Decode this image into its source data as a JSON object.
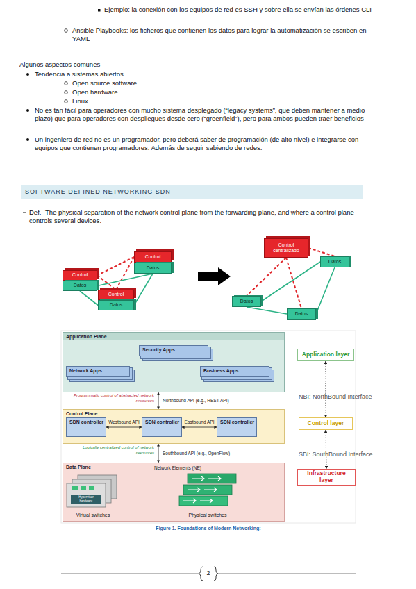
{
  "diagram": {
    "title": "SOFTWARE DEFINED NETWORKING SDN",
    "caption": "Figure 1. Foundations of Modern Networking:",
    "nodes": [
      {
        "text": [
          "Control"
        ]
      },
      {
        "text": [
          "Datos"
        ]
      },
      {
        "text": [
          "Control"
        ]
      },
      {
        "text": [
          "Datos"
        ]
      },
      {
        "text": [
          "Control"
        ]
      },
      {
        "text": [
          "Datos"
        ]
      },
      {
        "text": [
          "Control centralizado"
        ]
      },
      {
        "text": [
          "Datos"
        ]
      },
      {
        "text": [
          "Datos"
        ]
      },
      {
        "text": [
          "Datos"
        ]
      },
      {
        "text": [
          "Application Plane"
        ]
      },
      {
        "text": [
          "Security Apps"
        ],
        "in": 10
      },
      {
        "text": [
          "Network Apps"
        ],
        "in": 10
      },
      {
        "text": [
          "Business Apps"
        ],
        "in": 10
      },
      {
        "text": [
          "Application layer"
        ]
      },
      {
        "text": [
          "Control Plane"
        ]
      },
      {
        "text": [
          "SDN controller"
        ],
        "in": 15
      },
      {
        "text": [
          "SDN controller"
        ],
        "in": 15
      },
      {
        "text": [
          "SDN controller"
        ],
        "in": 15
      },
      {
        "text": [
          "Control layer"
        ]
      },
      {
        "text": [
          "Data Plane"
        ]
      },
      {
        "text": [
          "Infrastructure layer"
        ]
      }
    ],
    "edges": [
      {
        "from": 0,
        "to": 2,
        "arrow": "none"
      },
      {
        "from": 0,
        "to": 4,
        "arrow": "none"
      },
      {
        "from": 2,
        "to": 4,
        "arrow": "none"
      },
      {
        "from": 1,
        "to": 3,
        "arrow": "none"
      },
      {
        "from": 1,
        "to": 5,
        "arrow": "none"
      },
      {
        "from": 3,
        "to": 5,
        "arrow": "none"
      },
      {
        "from": 6,
        "to": 7,
        "arrow": "none"
      },
      {
        "from": 6,
        "to": 8,
        "arrow": "none"
      },
      {
        "from": 6,
        "to": 9,
        "arrow": "none"
      },
      {
        "from": 8,
        "to": 7,
        "arrow": "none"
      },
      {
        "from": 8,
        "to": 9,
        "arrow": "none"
      },
      {
        "from": 9,
        "to": 7,
        "arrow": "none"
      },
      {
        "from": 10,
        "to": 15,
        "label": "Northbound API (e.g., REST API)",
        "arrow": "both"
      },
      {
        "from": 16,
        "to": 17,
        "label": "Westbound API",
        "arrow": "both"
      },
      {
        "from": 17,
        "to": 18,
        "label": "Eastbound API",
        "arrow": "both"
      },
      {
        "from": 15,
        "to": 20,
        "label": "Southbound API (e.g., OpenFlow)",
        "arrow": "both"
      },
      {
        "from": 14,
        "to": 19,
        "arrow": "both"
      },
      {
        "from": 19,
        "to": 21,
        "arrow": "both"
      }
    ],
    "labels": [
      "Ejemplo: la conexión con los equipos de red es SSH y sobre ella se envían las órdenes CLI",
      "Ansible Playbooks: los ficheros que contienen los datos para lograr la automatización se escriben en YAML",
      "Algunos aspectos comunes",
      "Tendencia a sistemas abiertos",
      "Open source software",
      "Open hardware",
      "Linux",
      "No es tan fácil para operadores con mucho sistema desplegado (“legacy systems”, que deben mantener a medio plazo) que para operadores con despliegues desde cero (“greenfield”), pero para ambos pueden traer beneficios",
      "Un ingeniero de red no es un programador, pero deberá saber de programación (de alto nivel) e integrarse con equipos que contienen programadores. Además de seguir sabiendo de redes.",
      "Def.- The physical separation of the network control plane from the forwarding plane, and where a control plane controls several devices.",
      "Programmatic control of abstracted network resources",
      "NBI: NorthBound Interface",
      "Logically centralized control of network resources",
      "SBI: SouthBound Interface",
      "Network Elements (NE)",
      "Hypervisor hardware",
      "Virtual switches",
      "Physical switches",
      "2"
    ]
  }
}
